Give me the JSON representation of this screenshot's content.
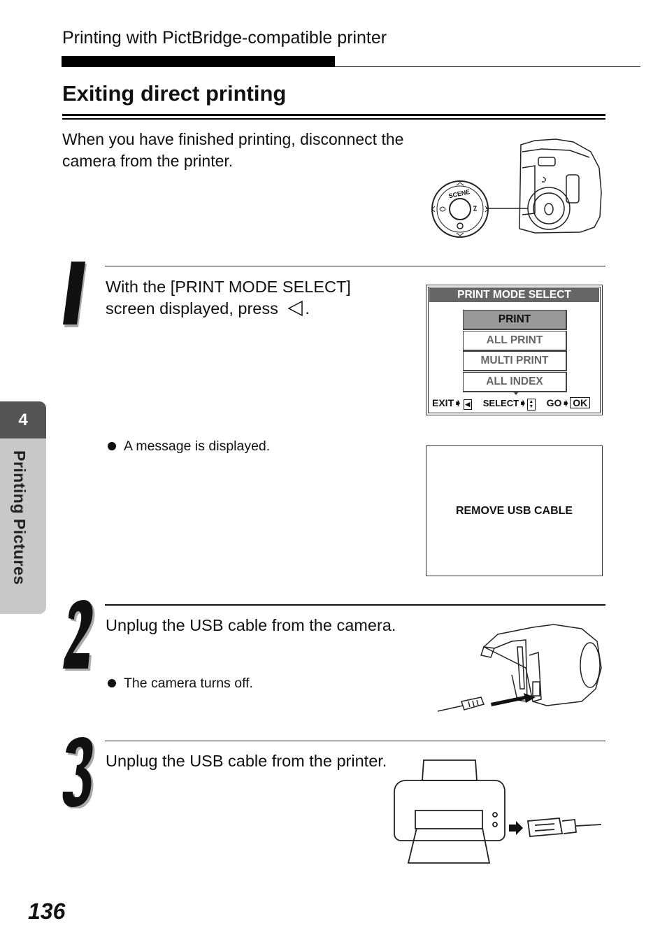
{
  "header": {
    "section": "Printing with PictBridge-compatible printer"
  },
  "title": "Exiting direct printing",
  "intro": "When you have finished printing, disconnect the camera from the printer.",
  "steps": [
    {
      "number": "1",
      "text": "With the [PRINT MODE SELECT] screen displayed, press",
      "bullet": "A message is displayed."
    },
    {
      "number": "2",
      "text": "Unplug the USB cable from the camera.",
      "bullet": "The camera turns off."
    },
    {
      "number": "3",
      "text": "Unplug the USB cable from the printer."
    }
  ],
  "lcd": {
    "title": "PRINT MODE SELECT",
    "items": [
      "PRINT",
      "ALL PRINT",
      "MULTI PRINT",
      "ALL INDEX"
    ],
    "selected": "PRINT",
    "footer": {
      "exit": "EXIT",
      "select": "SELECT",
      "go": "GO",
      "ok": "OK"
    }
  },
  "message_screen": {
    "text": "REMOVE USB CABLE"
  },
  "dial_labels": {
    "scene": "SCENE"
  },
  "side_tab": {
    "number": "4",
    "label": "Printing Pictures"
  },
  "page_number": "136",
  "icons": [
    "left-arrow-icon",
    "camera-back-illustration",
    "camera-usb-illustration",
    "printer-usb-illustration"
  ]
}
